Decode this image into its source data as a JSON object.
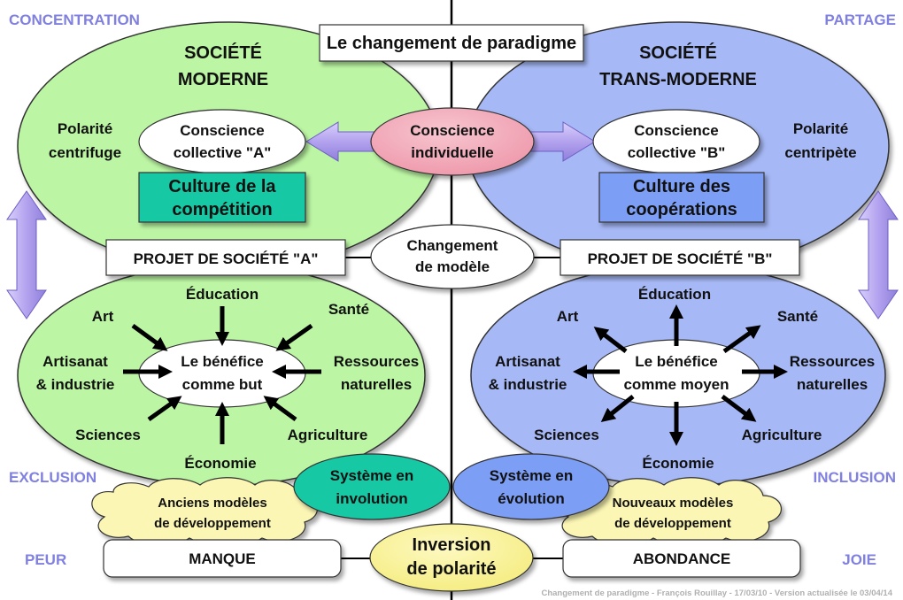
{
  "colors": {
    "green_ellipse": "#bcf6a4",
    "blue_ellipse": "#a6b8f5",
    "corner_label": "#8080e0",
    "pink": "#f0a4b4",
    "teal": "#16c9a4",
    "blue_box": "#7d9ef5",
    "yellow": "#f9f39e",
    "cloud": "#fbf6b4",
    "arrow_purple": "#b3a2ee"
  },
  "corners": {
    "top_left": "CONCENTRATION",
    "top_right": "PARTAGE",
    "mid_left": "EXCLUSION",
    "mid_right": "INCLUSION",
    "bottom_left": "PEUR",
    "bottom_right": "JOIE"
  },
  "header": {
    "title": "Le changement de paradigme"
  },
  "left": {
    "society": [
      "SOCIÉTÉ",
      "MODERNE"
    ],
    "polarity": [
      "Polarité",
      "centrifuge"
    ],
    "conscience": [
      "Conscience",
      "collective \"A\""
    ],
    "culture": [
      "Culture de la",
      "compétition"
    ],
    "project": "PROJET DE SOCIÉTÉ \"A\"",
    "center": [
      "Le bénéfice",
      "comme but"
    ],
    "domains": {
      "education": "Éducation",
      "art": "Art",
      "sante": "Santé",
      "artisanat": [
        "Artisanat",
        "& industrie"
      ],
      "ressources": [
        "Ressources",
        "naturelles"
      ],
      "sciences": "Sciences",
      "agriculture": "Agriculture",
      "economie": "Économie"
    },
    "system": [
      "Système en",
      "involution"
    ],
    "models": [
      "Anciens modèles",
      "de développement"
    ],
    "state": "MANQUE"
  },
  "right": {
    "society": [
      "SOCIÉTÉ",
      "TRANS-MODERNE"
    ],
    "polarity": [
      "Polarité",
      "centripète"
    ],
    "conscience": [
      "Conscience",
      "collective \"B\""
    ],
    "culture": [
      "Culture des",
      "coopérations"
    ],
    "project": "PROJET DE SOCIÉTÉ \"B\"",
    "center": [
      "Le bénéfice",
      "comme moyen"
    ],
    "domains": {
      "education": "Éducation",
      "art": "Art",
      "sante": "Santé",
      "artisanat": [
        "Artisanat",
        "& industrie"
      ],
      "ressources": [
        "Ressources",
        "naturelles"
      ],
      "sciences": "Sciences",
      "agriculture": "Agriculture",
      "economie": "Économie"
    },
    "system": [
      "Système en",
      "évolution"
    ],
    "models": [
      "Nouveaux modèles",
      "de développement"
    ],
    "state": "ABONDANCE"
  },
  "center": {
    "conscience": [
      "Conscience",
      "individuelle"
    ],
    "model_change": [
      "Changement",
      "de modèle"
    ],
    "inversion": [
      "Inversion",
      "de polarité"
    ]
  },
  "footer": "Changement de paradigme - François Rouillay - 17/03/10 - Version actualisée le 03/04/14"
}
